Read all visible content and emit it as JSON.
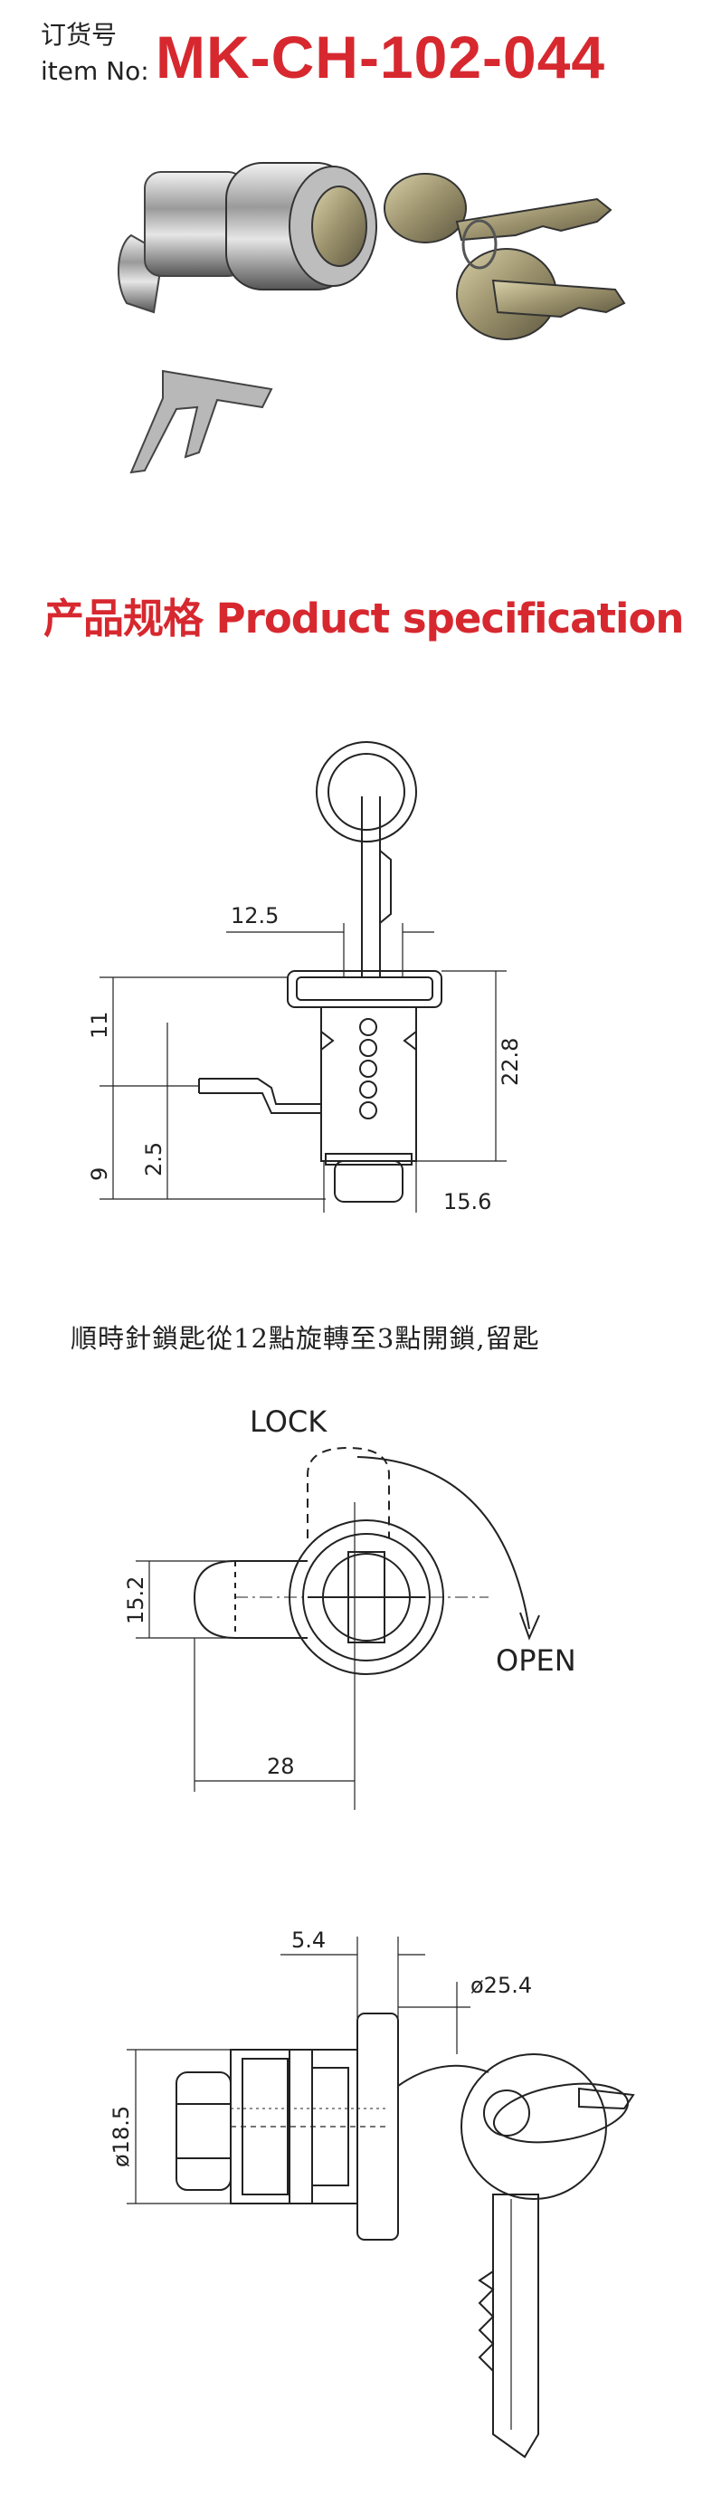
{
  "header": {
    "order_label_cn": "订货号",
    "item_label_en": "item No:",
    "item_number": "MK-CH-102-044",
    "accent_color": "#d7282f"
  },
  "product_photo": {
    "icons": [
      "cam-lock-icon",
      "key-icon",
      "retaining-clip-icon"
    ]
  },
  "spec_section": {
    "title": "产品规格 Product specification"
  },
  "drawing_front": {
    "dims": {
      "top_width": "12.5",
      "height_right": "22.8",
      "left_upper": "11",
      "left_lower": "9",
      "mid_small": "2.5",
      "bottom_width": "15.6"
    }
  },
  "drawing_rotation": {
    "caption": "順時針鎖匙從12點旋轉至3點開鎖,留匙",
    "lock_label": "LOCK",
    "open_label": "OPEN",
    "dims": {
      "cam_height": "15.2",
      "cam_length": "28"
    }
  },
  "drawing_side": {
    "dims": {
      "flange_thickness": "5.4",
      "flange_diameter": "ø25.4",
      "body_diameter": "ø18.5"
    }
  }
}
